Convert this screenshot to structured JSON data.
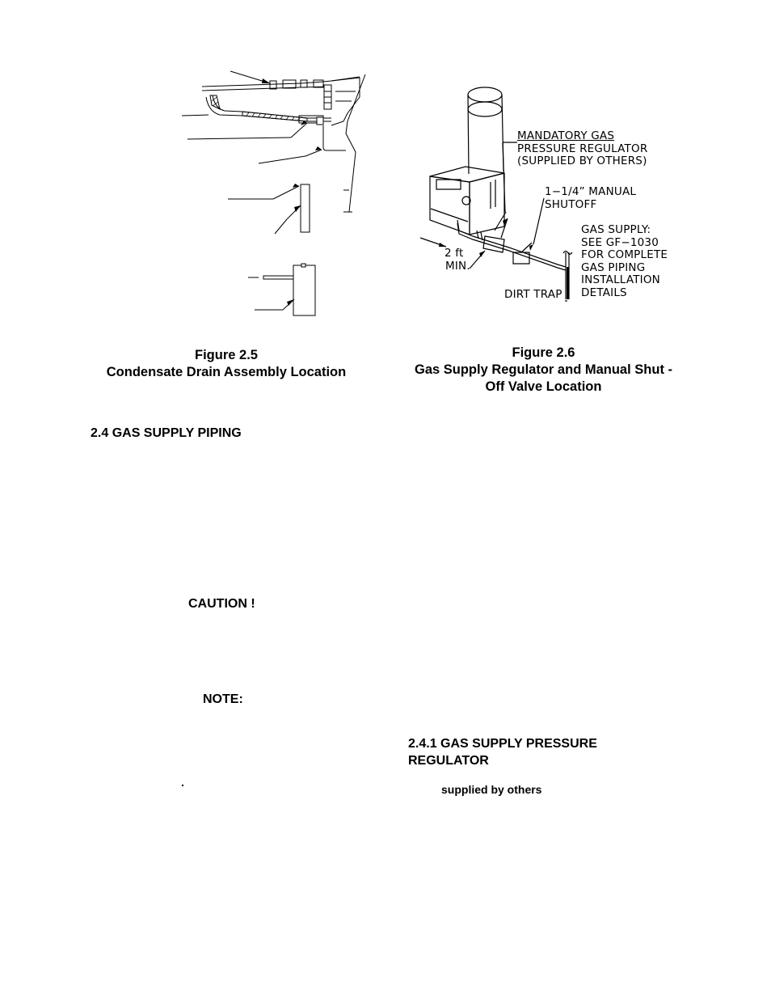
{
  "figure_left": {
    "number": "Figure 2.5",
    "title": "Condensate Drain Assembly Location"
  },
  "figure_right": {
    "number": "Figure 2.6",
    "title_line1": "Gas Supply Regulator and Manual Shut -",
    "title_line2": "Off Valve Location",
    "labels": {
      "regulator_1": "MANDATORY GAS",
      "regulator_2": "PRESSURE REGULATOR",
      "regulator_3": "(SUPPLIED BY OTHERS)",
      "shutoff_1": "1−1/4” MANUAL",
      "shutoff_2": "SHUTOFF",
      "supply_1": "GAS SUPPLY:",
      "supply_2": "SEE GF−1030",
      "supply_3": "FOR COMPLETE",
      "supply_4": "GAS PIPING",
      "supply_5": "INSTALLATION",
      "supply_6": "DETAILS",
      "distance_1": "2 ft",
      "distance_2": "MIN.",
      "dirt_trap": "DIRT TRAP"
    }
  },
  "sections": {
    "gas_supply_piping": "2.4  GAS SUPPLY PIPING",
    "caution": "CAUTION !",
    "note": "NOTE:",
    "period": ".",
    "regulator_heading_1": "2.4.1  GAS SUPPLY PRESSURE",
    "regulator_heading_2": "REGULATOR",
    "supplied_by_others": "supplied by others"
  }
}
